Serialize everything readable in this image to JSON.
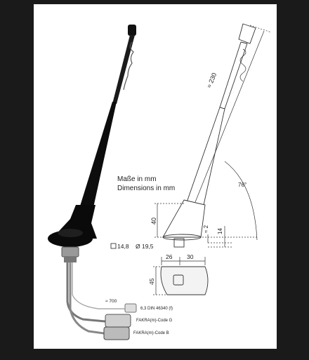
{
  "captions": {
    "units_de": "Maße in mm",
    "units_en": "Dimensions in mm"
  },
  "dimensions": {
    "length": "≈ 230",
    "angle": "76°",
    "base_height": "40",
    "gap": "≈ 2",
    "thickness": "14",
    "hole_square": "14,8",
    "hole_round": "Ø 19,5",
    "base_width_left": "26",
    "base_width_right": "30",
    "base_depth": "45",
    "cable_length": "≈ 700"
  },
  "connectors": {
    "din": "6,3 DIN 46340 (f)",
    "fakra_g": "FAKRA(m)-Code G",
    "fakra_b": "FAKRA(m)-Code B"
  },
  "colors": {
    "background": "#1a1a1a",
    "paper": "#ffffff",
    "antenna": "#111111"
  }
}
